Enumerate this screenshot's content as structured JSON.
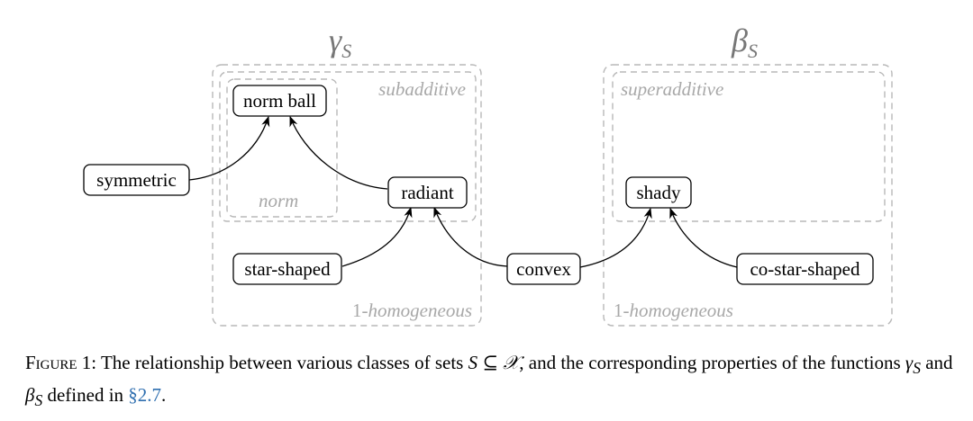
{
  "diagram": {
    "headers": {
      "gamma": "γ",
      "gamma_sub": "S",
      "beta": "β",
      "beta_sub": "S"
    },
    "region_labels": {
      "subadditive": "subadditive",
      "norm": "norm",
      "superadditive": "superadditive",
      "homog_num": "1-",
      "homog_word": "homogeneous"
    },
    "nodes": {
      "norm_ball": "norm ball",
      "symmetric": "symmetric",
      "radiant": "radiant",
      "star_shaped": "star-shaped",
      "convex": "convex",
      "shady": "shady",
      "co_star_shaped": "co-star-shaped"
    },
    "colors": {
      "region_border": "#b8b8b8",
      "region_text": "#a8a8a8",
      "link": "#2f6fb0"
    }
  },
  "caption": {
    "figure_label": "Figure 1:",
    "text_1": " The relationship between various classes of sets ",
    "set_var": "S",
    "subseteq": " ⊆ ",
    "space": "𝒳",
    "text_2": ", and the corresponding properties of the functions ",
    "gamma": "γ",
    "gamma_sub": "S",
    "and": " and ",
    "beta": "β",
    "beta_sub": "S",
    "text_3": " defined in ",
    "section_ref": "§2.7",
    "period": "."
  }
}
